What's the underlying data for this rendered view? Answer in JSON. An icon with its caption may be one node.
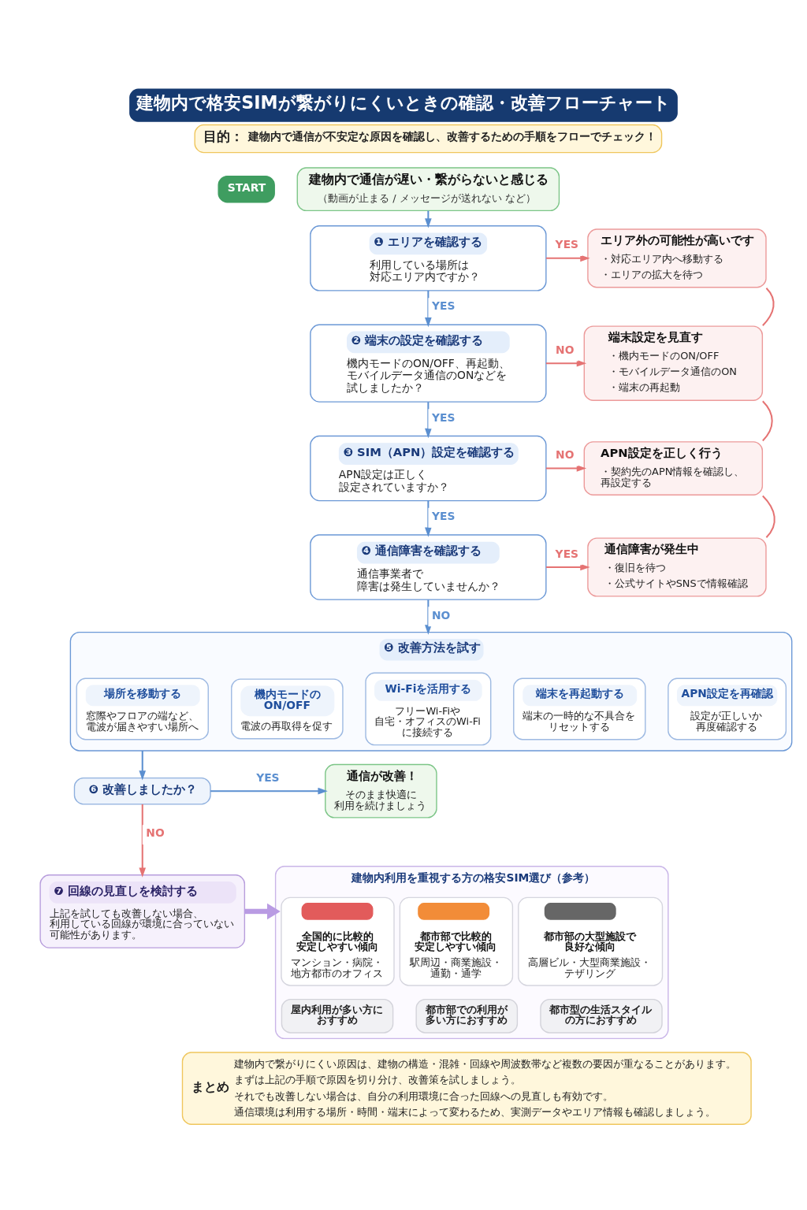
{
  "diagram": {
    "title": "建物内で格安SIMが繋がりにくいときの確認・改善フローチャート",
    "nodes": [
      {
        "text": [
          "目的：",
          "建物内で通信が不安定な原因を確認し、改善するための手順をフローでチェック！"
        ]
      },
      {
        "text": [
          "START"
        ]
      },
      {
        "text": [
          "建物内で通信が遅い・繋がらないと感じる",
          "（動画が止まる / メッセージが送れない など）"
        ]
      },
      {
        "text": [
          "❶ エリアを確認する",
          "利用している場所は対応エリア内ですか？"
        ]
      },
      {
        "text": [
          "エリア外の可能性が高いです",
          "・対応エリア内へ移動する",
          "・エリアの拡大を待つ"
        ]
      },
      {
        "text": [
          "❷ 端末の設定を確認する",
          "機内モードのON/OFF、再起動、モバイルデータ通信のONなどを試しましたか？"
        ]
      },
      {
        "text": [
          "端末設定を見直す",
          "・機内モードのON/OFF",
          "・モバイルデータ通信のON",
          "・端末の再起動"
        ]
      },
      {
        "text": [
          "❸ SIM（APN）設定を確認する",
          "APN設定は正しく設定されていますか？"
        ]
      },
      {
        "text": [
          "APN設定を正しく行う",
          "・契約先のAPN情報を確認し、再設定する"
        ]
      },
      {
        "text": [
          "❹ 通信障害を確認する",
          "通信事業者で障害は発生していませんか？"
        ]
      },
      {
        "text": [
          "通信障害が発生中",
          "・復旧を待つ",
          "・公式サイトやSNSで情報確認"
        ]
      },
      {
        "text": [
          "❺ 改善方法を試す"
        ]
      },
      {
        "text": [
          "場所を移動する",
          "窓際やフロアの端など、電波が届きやすい場所へ"
        ],
        "in": 11
      },
      {
        "text": [
          "機内モードのON/OFF",
          "電波の再取得を促す"
        ],
        "in": 11
      },
      {
        "text": [
          "Wi-Fiを活用する",
          "フリーWi-Fiや自宅・オフィスのWi-Fiに接続する"
        ],
        "in": 11
      },
      {
        "text": [
          "端末を再起動する",
          "端末の一時的な不具合をリセットする"
        ],
        "in": 11
      },
      {
        "text": [
          "APN設定を再確認",
          "設定が正しいか再度確認する"
        ],
        "in": 11
      },
      {
        "text": [
          "❻ 改善しましたか？"
        ]
      },
      {
        "text": [
          "通信が改善！",
          "そのまま快適に利用を続けましょう"
        ]
      },
      {
        "text": [
          "❼ 回線の見直しを検討する",
          "上記を試しても改善しない場合、利用している回線が環境に合っていない可能性があります。"
        ]
      },
      {
        "text": [
          "建物内利用を重視する方の格安SIM選び（参考）"
        ]
      },
      {
        "text": [
          "全国的に比較的安定しやすい傾向",
          "マンション・病院・地方都市のオフィス"
        ],
        "in": 20
      },
      {
        "text": [],
        "shape": "box",
        "in": 21
      },
      {
        "text": [
          "都市部で比較的安定しやすい傾向",
          "駅周辺・商業施設・通勤・通学"
        ],
        "in": 20
      },
      {
        "text": [],
        "shape": "box",
        "in": 23
      },
      {
        "text": [
          "都市部の大型施設で良好な傾向",
          "高層ビル・大型商業施設・テザリング"
        ],
        "in": 20
      },
      {
        "text": [],
        "shape": "box",
        "in": 25
      },
      {
        "text": [
          "屋内利用が多い方におすすめ"
        ],
        "in": 20
      },
      {
        "text": [
          "都市部での利用が多い方におすすめ"
        ],
        "in": 20
      },
      {
        "text": [
          "都市型の生活スタイルの方におすすめ"
        ],
        "in": 20
      },
      {
        "text": [
          "まとめ",
          "建物内で繋がりにくい原因は、建物の構造・混雑・回線や周波数帯など複数の要因が重なることがあります。",
          "まずは上記の手順で原因を切り分け、改善策を試しましょう。",
          "それでも改善しない場合は、自分の利用環境に合った回線への見直しも有効です。",
          "通信環境は利用する場所・時間・端末によって変わるため、実測データやエリア情報も確認しましょう。"
        ]
      }
    ],
    "edges": [
      {
        "from": 2,
        "to": 3,
        "arrow": "to",
        "color": "#5b8fd0"
      },
      {
        "from": 3,
        "to": 4,
        "arrow": "to",
        "label": "YES"
      },
      {
        "from": 3,
        "to": 5,
        "arrow": "to",
        "label": "YES",
        "color": "#5b8fd0"
      },
      {
        "from": 5,
        "to": 6,
        "arrow": "to",
        "label": "NO"
      },
      {
        "from": 5,
        "to": 7,
        "arrow": "to",
        "label": "YES",
        "color": "#5b8fd0"
      },
      {
        "from": 7,
        "to": 8,
        "arrow": "to",
        "label": "NO"
      },
      {
        "from": 7,
        "to": 9,
        "arrow": "to",
        "label": "YES",
        "color": "#5b8fd0"
      },
      {
        "from": 9,
        "to": 10,
        "arrow": "to",
        "label": "YES"
      },
      {
        "from": 9,
        "to": 11,
        "arrow": "to",
        "label": "NO",
        "color": "#5b8fd0"
      },
      {
        "from": 11,
        "to": 17,
        "arrow": "to",
        "color": "#5b8fd0"
      },
      {
        "from": 17,
        "to": 18,
        "arrow": "to",
        "label": "YES",
        "color": "#5b8fd0"
      },
      {
        "from": 17,
        "to": 19,
        "arrow": "to",
        "label": "NO"
      },
      {
        "from": 19,
        "to": 20,
        "arrow": "to",
        "style": "thick",
        "color": "#b99be3"
      },
      {
        "from": 4,
        "to": 6,
        "arrow": "none"
      },
      {
        "from": 6,
        "to": 8,
        "arrow": "none"
      },
      {
        "from": 8,
        "to": 10,
        "arrow": "none"
      }
    ]
  }
}
